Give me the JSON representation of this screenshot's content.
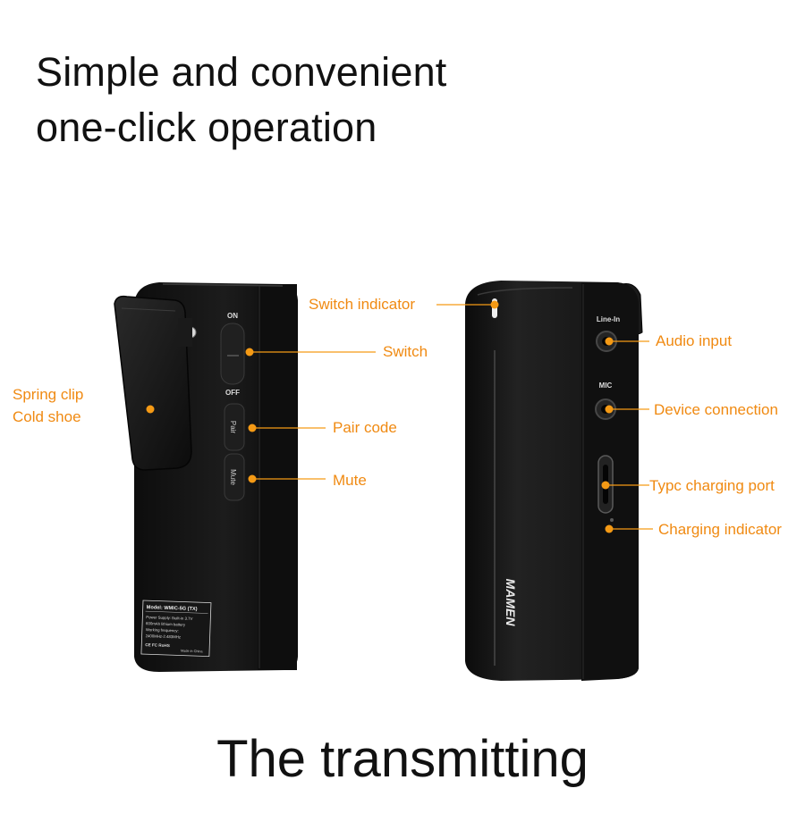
{
  "headline": {
    "line1": "Simple and convenient",
    "line2": "one-click operation"
  },
  "footer_title": "The transmitting",
  "left_device": {
    "labels": {
      "on": "ON",
      "off": "OFF",
      "pair": "Pair",
      "mute": "Mute"
    },
    "label_plate": {
      "model": "Model: WMIC-5G (TX)",
      "line2": "Power Supply: Built-in 3.7V",
      "line3": "600mAh lithium battery",
      "line4": "Working frequency:",
      "line5": "2400MHz-2.483MHz",
      "made_in": "Made in China",
      "marks": "CE FC RoHS"
    },
    "callouts": {
      "spring_clip": "Spring clip",
      "cold_shoe": "Cold shoe",
      "switch": "Switch",
      "pair_code": "Pair code",
      "mute": "Mute"
    }
  },
  "right_device": {
    "labels": {
      "line_in": "Line-In",
      "mic": "MIC",
      "brand": "MAMEN"
    },
    "callouts": {
      "switch_indicator": "Switch indicator",
      "audio_input": "Audio input",
      "device_connection": "Device connection",
      "typec_port": "Typc charging port",
      "charging_indicator": "Charging indicator"
    }
  },
  "colors": {
    "accent": "#f59a15",
    "label_text": "#f08a12",
    "device_body": "#151515",
    "text": "#111111"
  }
}
